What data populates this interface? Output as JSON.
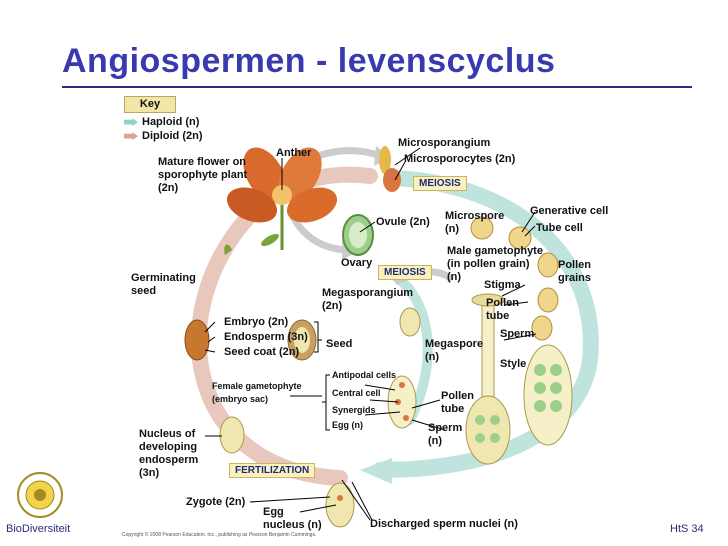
{
  "slide": {
    "title": "Angiospermen - levenscyclus",
    "footer_left": "BioDiversiteit",
    "footer_right": "HtS  34",
    "copyright": "Copyright © 2008 Pearson Education, Inc., publishing as Pearson Benjamin Cummings."
  },
  "key": {
    "title": "Key",
    "items": [
      {
        "label": "Haploid (n)",
        "color": "#8fd0c7"
      },
      {
        "label": "Diploid (2n)",
        "color": "#d9a394"
      }
    ]
  },
  "colors": {
    "haploid_arrow": "#bfe4de",
    "diploid_arrow": "#e8c7bd",
    "grey_arrow": "#cccccc",
    "title": "#3a3ab0",
    "process_tag_bg": "#fbf1bf"
  },
  "process_tags": {
    "meiosis_top": "MEIOSIS",
    "meiosis_mid": "MEIOSIS",
    "fertilization": "FERTILIZATION"
  },
  "labels": {
    "anther": "Anther",
    "microsporangium": "Microsporangium",
    "microsporocytes": "Microsporocytes (2n)",
    "mature_flower": [
      "Mature flower on",
      "sporophyte plant",
      "(2n)"
    ],
    "ovule": "Ovule (2n)",
    "microspore": [
      "Microspore",
      "(n)"
    ],
    "generative_cell": "Generative cell",
    "tube_cell": "Tube cell",
    "male_gametophyte": [
      "Male gametophyte",
      "(in pollen grain)",
      "(n)"
    ],
    "pollen_grains": [
      "Pollen",
      "grains"
    ],
    "ovary": "Ovary",
    "germinating_seed": [
      "Germinating",
      "seed"
    ],
    "megasporangium": [
      "Megasporangium",
      "(2n)"
    ],
    "stigma": "Stigma",
    "pollen_tube_top": [
      "Pollen",
      "tube"
    ],
    "sperm_top": "Sperm",
    "embryo": "Embryo (2n)",
    "endosperm": "Endosperm (3n)",
    "seed_coat": "Seed coat (2n)",
    "seed": "Seed",
    "megaspore": [
      "Megaspore",
      "(n)"
    ],
    "style": "Style",
    "antipodal_cells": "Antipodal  cells",
    "central_cell": "Central cell",
    "synergids": "Synergids",
    "egg_n": "Egg (n)",
    "female_gametophyte": [
      "Female  gametophyte",
      "(embryo sac)"
    ],
    "pollen_tube_bottom": [
      "Pollen",
      "tube"
    ],
    "sperm_bottom": [
      "Sperm",
      "(n)"
    ],
    "nucleus_endosperm": [
      "Nucleus of",
      "developing",
      "endosperm",
      "(3n)"
    ],
    "zygote": "Zygote (2n)",
    "egg_nucleus": [
      "Egg",
      "nucleus (n)"
    ],
    "discharged_sperm": "Discharged sperm nuclei (n)"
  }
}
